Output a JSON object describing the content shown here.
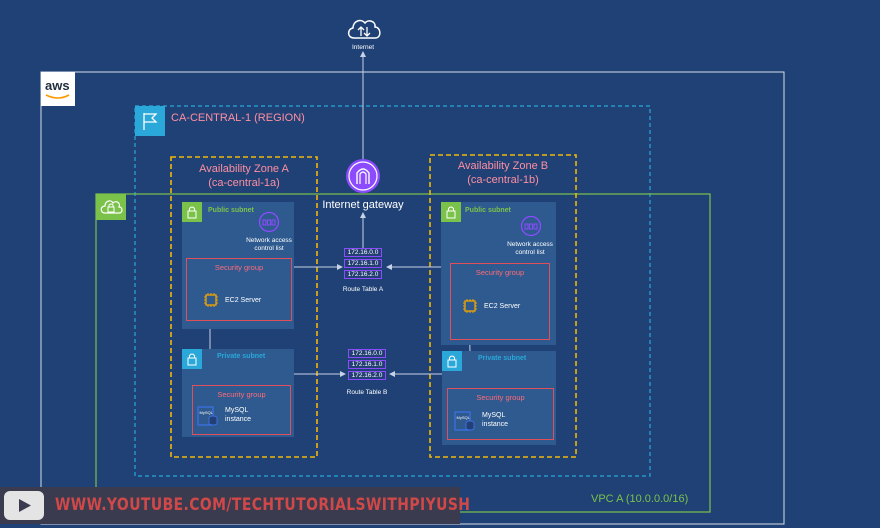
{
  "internet": {
    "label": "Internet",
    "icon": "cloud-icon"
  },
  "aws": {
    "logo_text": "aws"
  },
  "region": {
    "label": "CA-CENTRAL-1 (REGION)",
    "icon": "flag-icon"
  },
  "vpc": {
    "label": "VPC A  (10.0.0.0/16)",
    "icon": "vpc-cloud-lock-icon"
  },
  "gateway": {
    "label": "Internet gateway",
    "icon": "internet-gateway-icon"
  },
  "zones": [
    {
      "title": "Availability Zone A",
      "subtitle": "(ca-central-1a)"
    },
    {
      "title": "Availability Zone B",
      "subtitle": "(ca-central-1b)"
    }
  ],
  "subnets": {
    "a_public": {
      "title": "Public subnet",
      "nacl": "Network access",
      "nacl2": "control list",
      "sg": "Security group",
      "server": "EC2 Server"
    },
    "a_private": {
      "title": "Private subnet",
      "sg": "Security group",
      "db1": "MySQL",
      "db2": "instance"
    },
    "b_public": {
      "title": "Public subnet",
      "nacl": "Network access",
      "nacl2": "control list",
      "sg": "Security group",
      "server": "EC2 Server"
    },
    "b_private": {
      "title": "Private subnet",
      "sg": "Security group",
      "db1": "MySQL",
      "db2": "instance"
    }
  },
  "route_tables": [
    {
      "label": "Route Table A",
      "rows": [
        "172.16.0.0",
        "172.16.1.0",
        "172.16.2.0"
      ]
    },
    {
      "label": "Route Table B",
      "rows": [
        "172.16.0.0",
        "172.16.1.0",
        "172.16.2.0"
      ]
    }
  ],
  "watermark": {
    "url": "WWW.YOUTUBE.COM/TECHTUTORIALSWITHPIYUSH",
    "icon": "play-icon"
  },
  "colors": {
    "background": "#1f4176",
    "region_border": "#29a8d9",
    "vpc_border": "#7bc24a",
    "zone_border": "#f2b705",
    "security_group": "#e0505a",
    "gateway": "#8c4bff"
  }
}
